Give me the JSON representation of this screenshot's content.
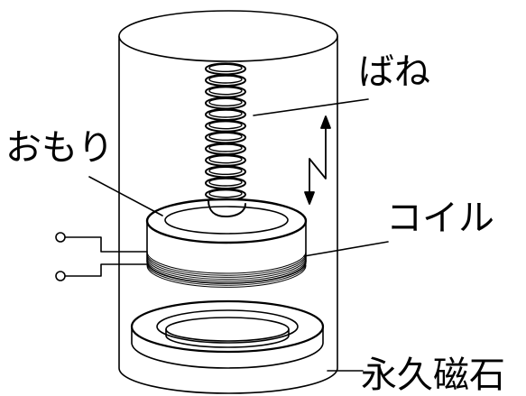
{
  "labels": {
    "spring": "ばね",
    "weight": "おもり",
    "coil": "コイル",
    "magnet": "永久磁石"
  },
  "colors": {
    "stroke": "#000000",
    "fill": "#ffffff"
  },
  "icons": {
    "vibration": "zigzag-arrow-icon",
    "terminal": "terminal-circle-icon"
  }
}
